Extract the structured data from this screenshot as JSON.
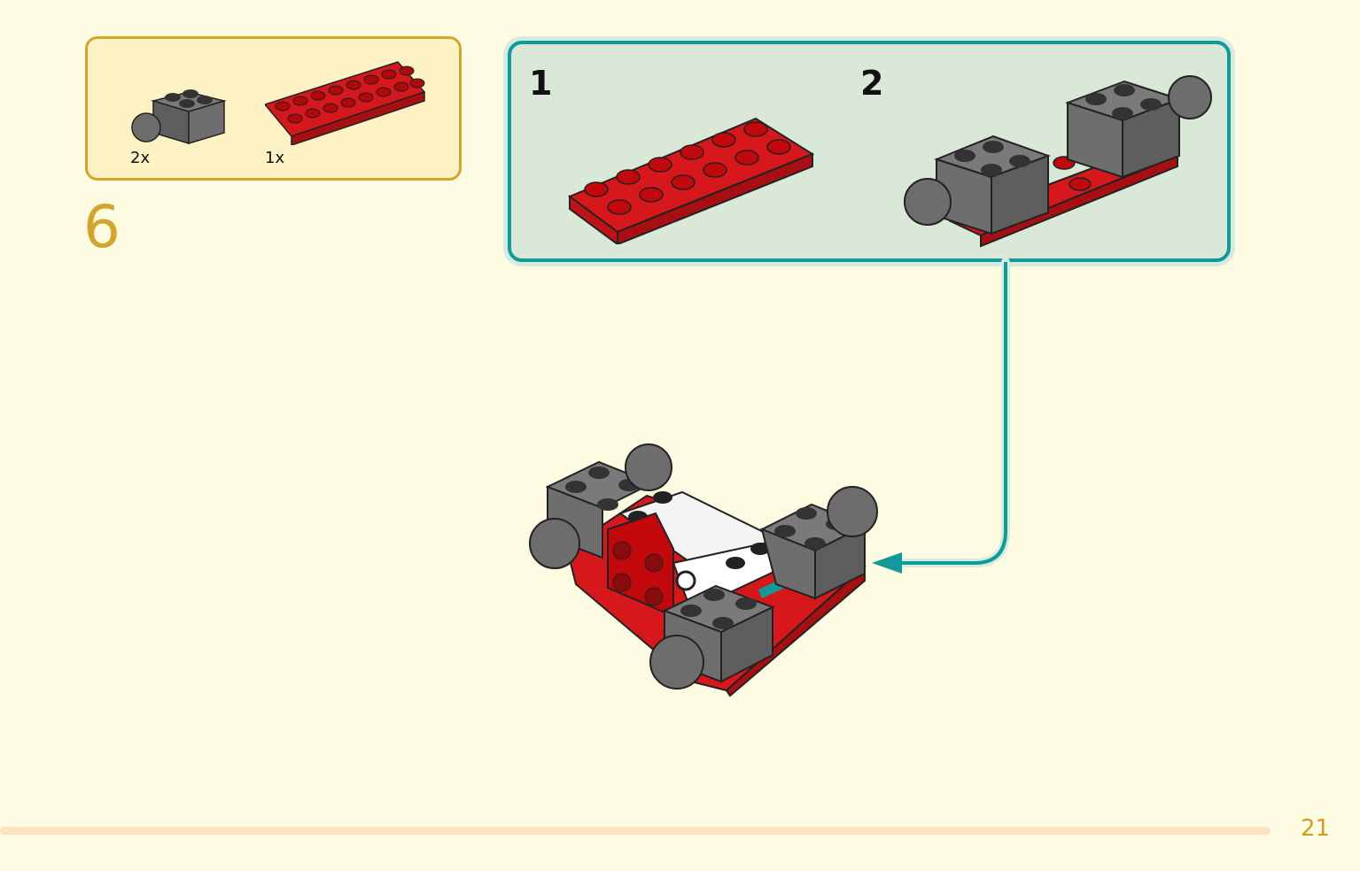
{
  "step": {
    "number": "6"
  },
  "parts": [
    {
      "name": "gray-brick-with-ball",
      "quantity": "2x"
    },
    {
      "name": "red-plate-2x8",
      "quantity": "1x"
    }
  ],
  "substeps": [
    {
      "number": "1"
    },
    {
      "number": "2"
    }
  ],
  "page": {
    "number": "21"
  },
  "colors": {
    "background": "#fefbe3",
    "parts_box_border": "#d4a52c",
    "parts_box_fill": "#fdf2c4",
    "substep_box_border": "#14999a",
    "substep_box_fill": "#d9e8d7",
    "accent_text": "#d4a52c",
    "brick_red": "#d6171b",
    "brick_gray": "#6b6b6b"
  }
}
